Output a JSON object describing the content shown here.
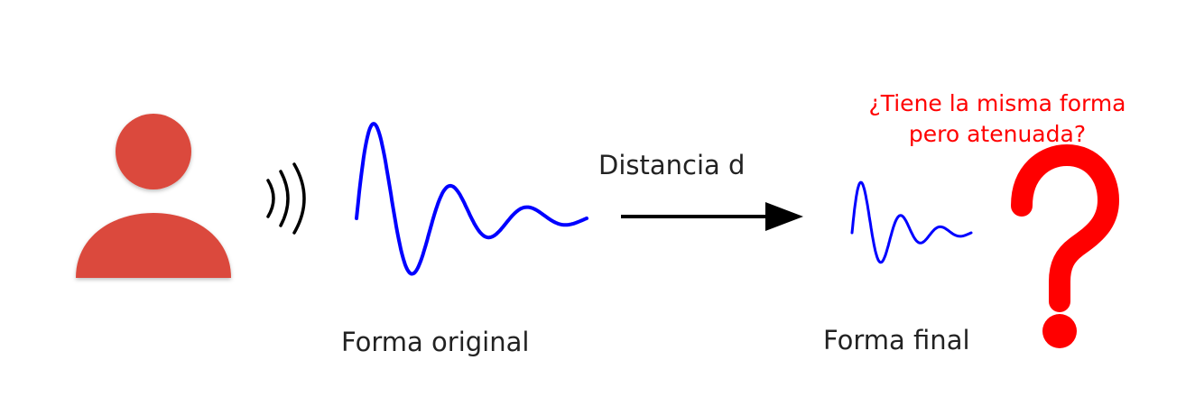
{
  "labels": {
    "original": "Forma original",
    "final": "Forma final",
    "distance": "Distancia d"
  },
  "question": {
    "line1": "¿Tiene la misma forma",
    "line2": "pero atenuada?",
    "symbol": "?"
  },
  "icons": {
    "person": "person-icon",
    "sound": "sound-waves-icon",
    "arrow": "arrow-right-icon",
    "question": "question-mark-icon"
  },
  "colors": {
    "person": "#db4a3c",
    "wave": "#0000ff",
    "question": "#ff0000",
    "text": "#222222",
    "arrow": "#000000"
  }
}
